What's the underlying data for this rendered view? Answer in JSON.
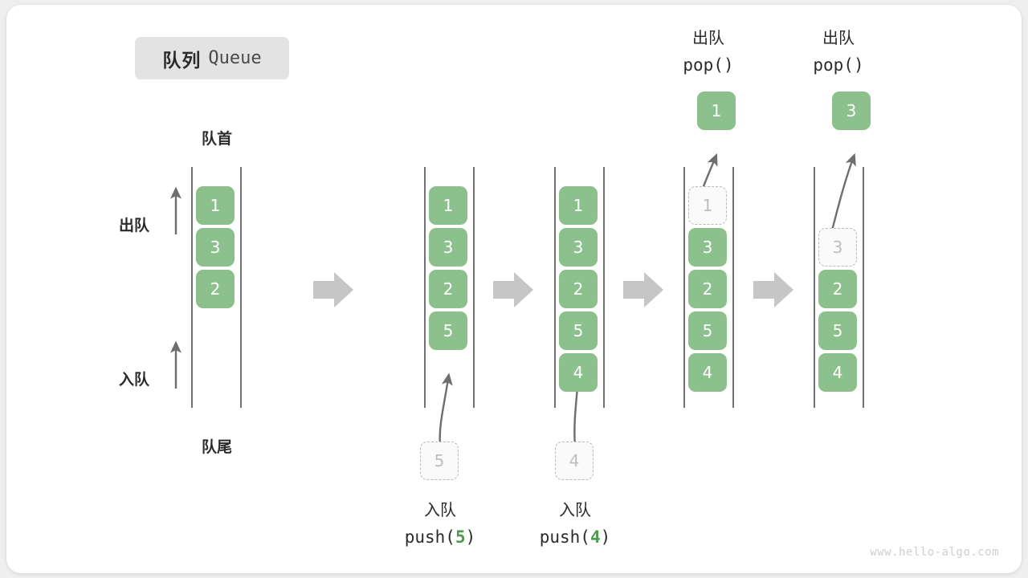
{
  "title": {
    "cn": "队列",
    "en": "Queue"
  },
  "labels": {
    "front": "队首",
    "rear": "队尾",
    "dequeue": "出队",
    "enqueue": "入队"
  },
  "ops": {
    "push5": {
      "cn": "入队",
      "code_prefix": "push(",
      "code_num": "5",
      "code_suffix": ")"
    },
    "push4": {
      "cn": "入队",
      "code_prefix": "push(",
      "code_num": "4",
      "code_suffix": ")"
    },
    "pop1": {
      "cn": "出队",
      "code_prefix": "pop(",
      "code_num": "",
      "code_suffix": ")"
    },
    "pop2": {
      "cn": "出队",
      "code_prefix": "pop(",
      "code_num": "",
      "code_suffix": ")"
    }
  },
  "columns": [
    {
      "name": "initial",
      "cells": [
        "1",
        "3",
        "2"
      ]
    },
    {
      "name": "after-push5",
      "cells": [
        "1",
        "3",
        "2",
        "5"
      ]
    },
    {
      "name": "after-push4",
      "cells": [
        "1",
        "3",
        "2",
        "5",
        "4"
      ]
    },
    {
      "name": "pop-first",
      "cells": [
        "1",
        "3",
        "2",
        "5",
        "4"
      ]
    },
    {
      "name": "pop-second",
      "cells": [
        "3",
        "2",
        "5",
        "4"
      ]
    }
  ],
  "ghosts": {
    "push5": "5",
    "push4": "4",
    "pop1": "1",
    "pop2": "3"
  },
  "popped": {
    "first": "1",
    "second": "3"
  },
  "colors": {
    "cell_green": "#8cc08c",
    "code_green": "#4e9a4e",
    "rail_gray": "#5a5a5a",
    "ghost_border": "#b9b9b9",
    "badge_bg": "#e3e3e3",
    "arrow_gray": "#c6c6c6",
    "curve_gray": "#6e6e6e"
  },
  "watermark": "www.hello-algo.com"
}
